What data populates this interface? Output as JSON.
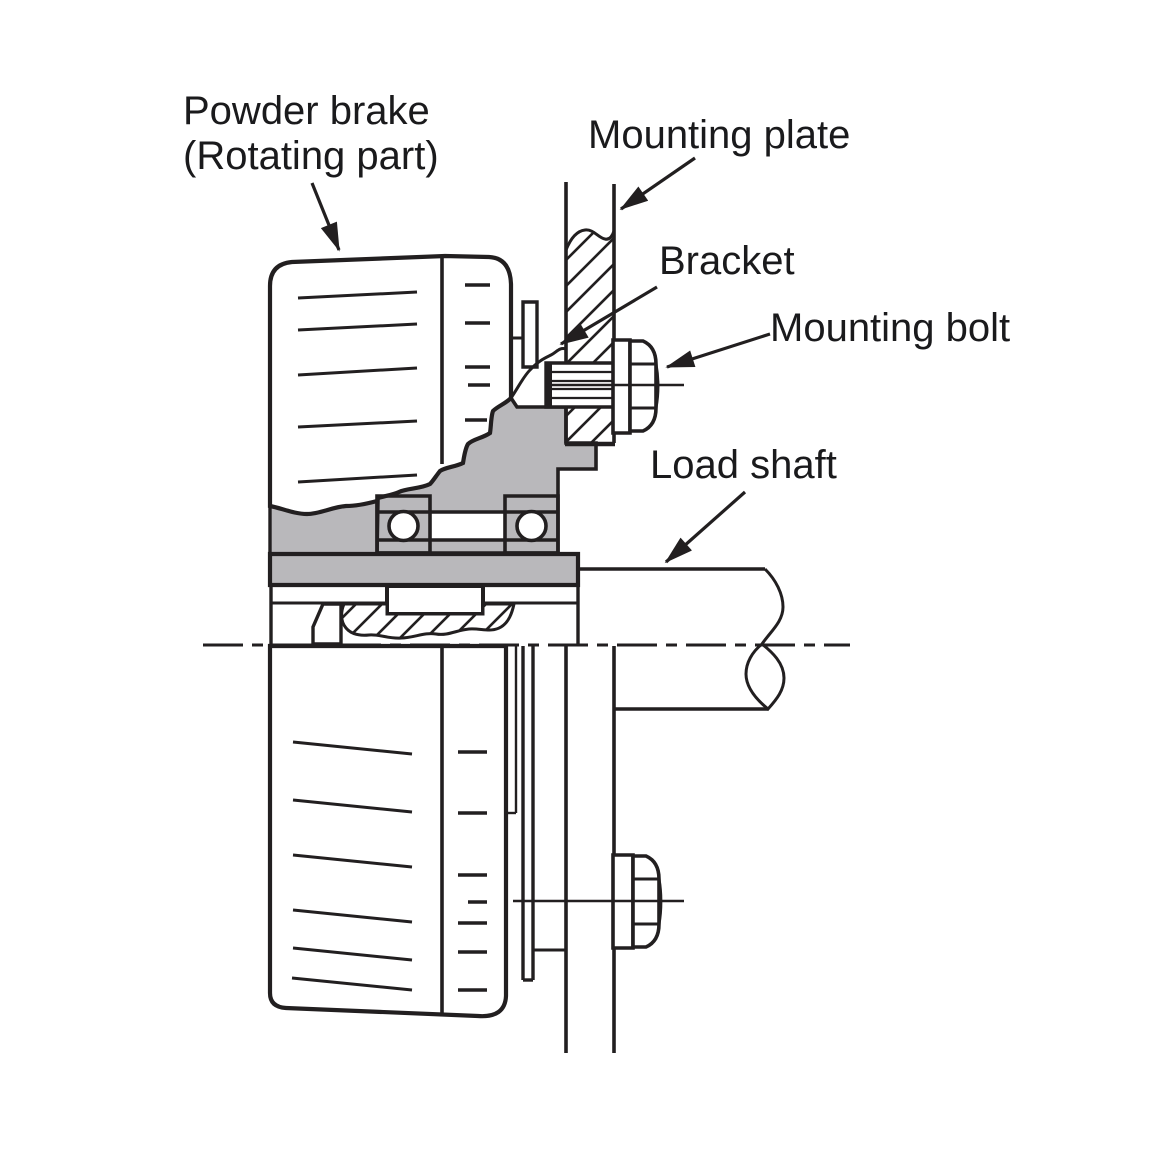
{
  "page": {
    "background": "#ffffff"
  },
  "colors": {
    "line": "#221f20",
    "bracket_fill": "#b9b8bb",
    "text": "#1a1a1c"
  },
  "labels": {
    "powder_brake_line1": "Powder brake",
    "powder_brake_line2": "(Rotating part)",
    "mounting_plate": "Mounting plate",
    "bracket": "Bracket",
    "mounting_bolt": "Mounting bolt",
    "load_shaft": "Load shaft"
  }
}
